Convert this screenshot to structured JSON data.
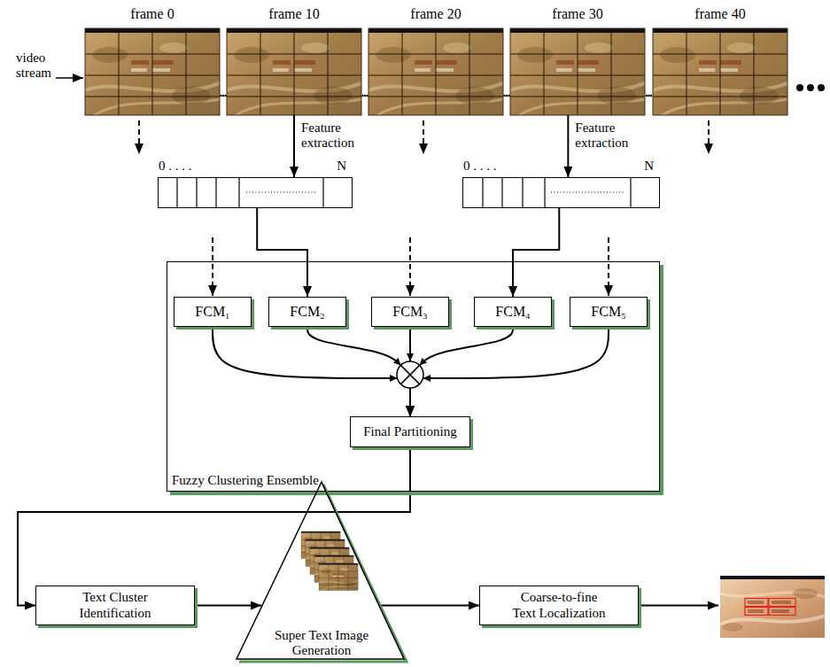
{
  "diagram": {
    "nodes": [
      {
        "text": [
          "frame 0"
        ]
      },
      {
        "text": [
          "frame 10"
        ]
      },
      {
        "text": [
          "frame 20"
        ]
      },
      {
        "text": [
          "frame 30"
        ]
      },
      {
        "text": [
          "frame 40"
        ]
      },
      {
        "text": [
          "0 . . . .",
          "N"
        ]
      },
      {
        "text": [
          "0 . . . .",
          "N"
        ]
      },
      {
        "text": [
          "Fuzzy Clustering Ensemble"
        ]
      },
      {
        "text": [
          "FCM₁"
        ],
        "in": 7
      },
      {
        "text": [
          "FCM₂"
        ],
        "in": 7
      },
      {
        "text": [
          "FCM₃"
        ],
        "in": 7
      },
      {
        "text": [
          "FCM₄"
        ],
        "in": 7
      },
      {
        "text": [
          "FCM₅"
        ],
        "in": 7
      },
      {
        "text": [
          "Final Partitioning"
        ],
        "in": 7
      },
      {
        "text": [
          "Text Cluster Identification"
        ]
      },
      {
        "text": [
          "Super Text Image Generation"
        ]
      },
      {
        "text": [
          "Coarse-to-fine Text Localization"
        ]
      }
    ],
    "edges": [
      {
        "from": 1,
        "to": 5,
        "arrow": "to",
        "label": "Feature extraction"
      },
      {
        "from": 3,
        "to": 6,
        "arrow": "to",
        "label": "Feature extraction"
      },
      {
        "from": 5,
        "to": 9,
        "arrow": "to"
      },
      {
        "from": 6,
        "to": 11,
        "arrow": "to"
      },
      {
        "from": 8,
        "to": 13,
        "arrow": "to"
      },
      {
        "from": 9,
        "to": 13,
        "arrow": "to"
      },
      {
        "from": 10,
        "to": 13,
        "arrow": "to"
      },
      {
        "from": 11,
        "to": 13,
        "arrow": "to"
      },
      {
        "from": 12,
        "to": 13,
        "arrow": "to"
      },
      {
        "from": 13,
        "to": 14,
        "arrow": "to"
      },
      {
        "from": 14,
        "to": 15,
        "arrow": "to"
      },
      {
        "from": 15,
        "to": 16,
        "arrow": "to"
      }
    ],
    "labels": [
      "video stream"
    ]
  }
}
